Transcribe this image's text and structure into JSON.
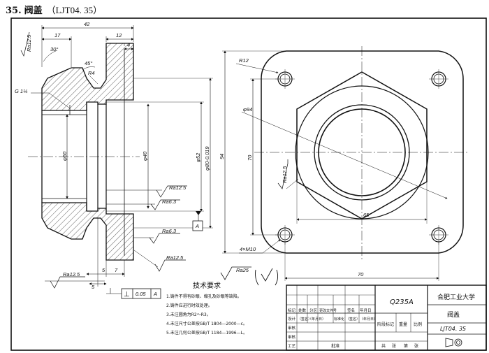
{
  "header": {
    "number": "35.",
    "title": "阀盖",
    "code": "（LJT04. 35）"
  },
  "section_view": {
    "dims": {
      "d42": "42",
      "d17": "17",
      "d12": "12",
      "d4": "4",
      "d5a": "5",
      "d7": "7",
      "d5b": "5",
      "ang30": "30°",
      "ang45": "45°",
      "r4": "R4",
      "thread": "G 1¼",
      "dia50": "φ50",
      "dia40": "φ40",
      "dia52": "φ52",
      "dia80": "φ80-0.019",
      "section_mark": "A"
    },
    "roughness": {
      "r1": "Ra12.5",
      "r2": "Ra12.5",
      "r3": "Ra6.3",
      "r4": "Ra6.3",
      "r5": "Ra12.5",
      "r6": "Ra12.5"
    },
    "tolerance": {
      "symbol": "⊥",
      "value": "0.05",
      "datum": "A"
    }
  },
  "end_view": {
    "dims": {
      "r12": "R12",
      "dia94": "φ94",
      "d70v": "70",
      "d94v": "94",
      "d65": "65",
      "d70h": "70",
      "bolt": "4×M10"
    },
    "roughness": {
      "r1": "Ra12.5"
    }
  },
  "general_roughness": "Ra25",
  "tech_req": {
    "heading": "技术要求",
    "items": [
      "1.铸件不得有砂眼、缩孔及砂眼等缺陷。",
      "2.铸件应进行时效处理。",
      "3.未注圆角为R2～R3。",
      "4.未注尺寸公差按GB/T 1804—2000—c。",
      "5.未注几何公差按GB/T 1184—1996—L。"
    ]
  },
  "title_block": {
    "material": "Q235A",
    "school": "合肥工业大学",
    "part_name": "阀盖",
    "drawing_no": "LJT04. 35",
    "row_labels": [
      "标记",
      "设计",
      "审核",
      "审核",
      "工艺"
    ],
    "head_cells": [
      "处数",
      "分区",
      "更改文件号",
      "签名",
      "年月日"
    ],
    "design_cells": [
      "（签名）",
      "（年月日）",
      "标准化",
      "（签名）",
      "（年月日）"
    ],
    "approve": "批准",
    "stage_labels": [
      "阶段标记",
      "重量",
      "比例"
    ],
    "sheet_labels": [
      "共",
      "张",
      "第",
      "张"
    ]
  }
}
